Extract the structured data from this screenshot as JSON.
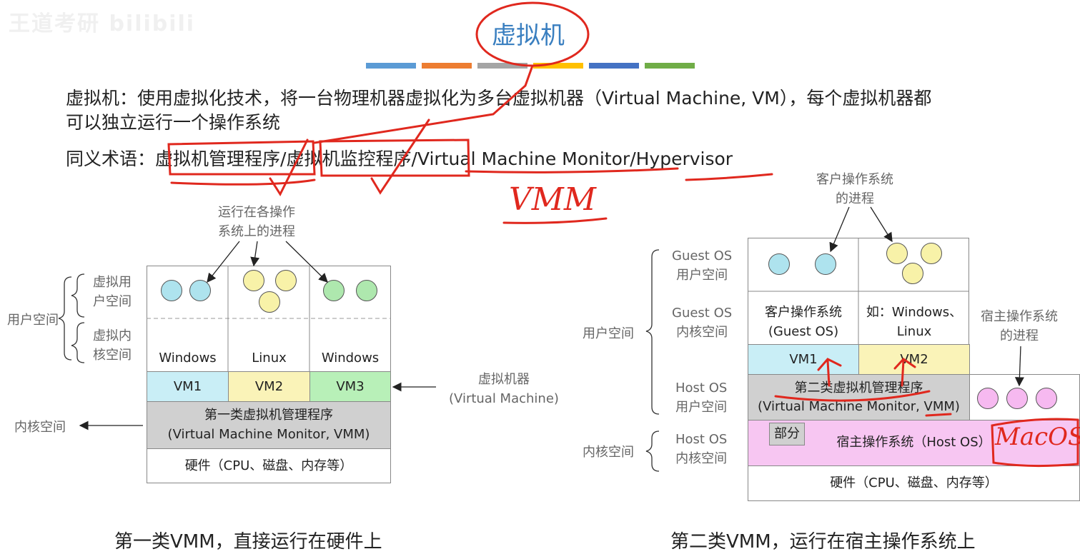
{
  "watermark": "王道考研 bilibili",
  "title": "虚拟机",
  "color_bar": [
    "#5b9bd5",
    "#ed7d31",
    "#a5a5a5",
    "#ffc000",
    "#4472c4",
    "#70ad47"
  ],
  "definition": {
    "line1": "虚拟机：使用虚拟化技术，将一台物理机器虚拟化为多台虚拟机器（Virtual Machine, VM），每个虚拟机器都",
    "line2": "可以独立运行一个操作系统"
  },
  "synonyms": {
    "prefix": "同义术语：",
    "terms": [
      "虚拟机管理程序",
      "虚拟机监控程序",
      "Virtual Machine Monitor",
      "Hypervisor"
    ],
    "sep": "/"
  },
  "handwritten_vmm": "VMM",
  "handwritten_macos": "MacOS",
  "left": {
    "processes_note_1": "运行在各操作",
    "processes_note_2": "系统上的进程",
    "user_space": "用户空间",
    "virt_user_1": "虚拟用",
    "virt_user_2": "户空间",
    "virt_kernel_1": "虚拟内",
    "virt_kernel_2": "核空间",
    "os": [
      "Windows",
      "Linux",
      "Windows"
    ],
    "vms": [
      "VM1",
      "VM2",
      "VM3"
    ],
    "vm_note_1": "虚拟机器",
    "vm_note_2": "(Virtual Machine)",
    "hypervisor_1": "第一类虚拟机管理程序",
    "hypervisor_2": "(Virtual Machine Monitor, VMM)",
    "kernel_space": "内核空间",
    "hardware": "硬件（CPU、磁盘、内存等）",
    "caption": "第一类VMM，直接运行在硬件上"
  },
  "right": {
    "guest_proc_1": "客户操作系统",
    "guest_proc_2": "的进程",
    "guest_user_1": "Guest OS",
    "guest_user_2": "用户空间",
    "guest_kernel_1": "Guest OS",
    "guest_kernel_2": "内核空间",
    "host_user_1": "Host OS",
    "host_user_2": "用户空间",
    "host_kernel_1": "Host OS",
    "host_kernel_2": "内核空间",
    "user_space": "用户空间",
    "kernel_space": "内核空间",
    "guest_os_1": "客户操作系统",
    "guest_os_2": "(Guest OS)",
    "example_1": "如：Windows、",
    "example_2": "Linux",
    "vms": [
      "VM1",
      "VM2"
    ],
    "host_proc_1": "宿主操作系统",
    "host_proc_2": "的进程",
    "hypervisor_1": "第二类虚拟机管理程序",
    "hypervisor_2": "(Virtual Machine Monitor, VMM)",
    "part": "部分",
    "host_os": "宿主操作系统（Host OS）",
    "hardware": "硬件（CPU、磁盘、内存等）",
    "caption": "第二类VMM，运行在宿主操作系统上"
  }
}
